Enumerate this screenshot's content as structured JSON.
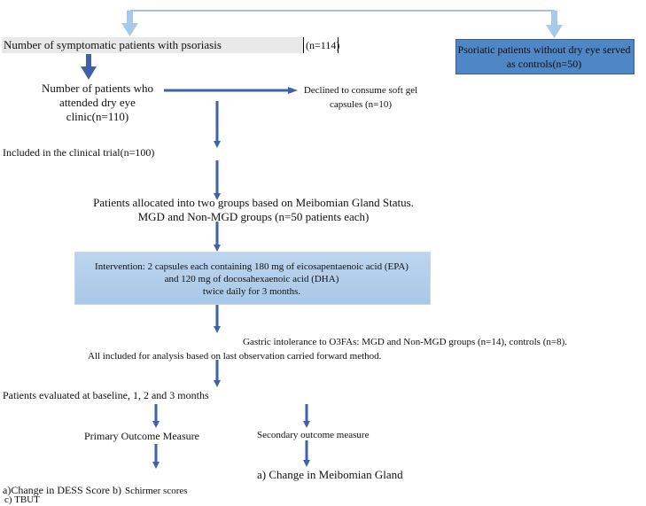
{
  "nodes": {
    "symptomatic": "Number of symptomatic patients with psoriasis",
    "symptomatic_n": "(n=114)",
    "controls": "Psoriatic patients without dry eye served as controls(n=50)",
    "attended": "Number of patients who attended dry eye clinic(n=110)",
    "declined": "Declined to consume soft gel capsules (n=10)",
    "included": "Included in the clinical trial(n=100)",
    "allocated": "Patients allocated into two groups based on Meibomian Gland Status. MGD and Non-MGD groups (n=50 patients each)",
    "intervention_l1": "Intervention: 2 capsules each containing 180 mg of eicosapentaenoic acid (EPA)",
    "intervention_l2": "and 120 mg of docosahexaenoic acid (DHA)",
    "intervention_l3": "twice daily for 3 months.",
    "intolerance": "Gastric intolerance to O3FAs: MGD and Non-MGD groups (n=14), controls (n=8).",
    "all_included": "All included for analysis based on last observation carried forward method.",
    "evaluated": "Patients evaluated at baseline, 1, 2 and 3 months",
    "primary": "Primary Outcome Measure",
    "secondary": "Secondary outcome measure",
    "primary_a": "a)Change in DESS Score b)",
    "primary_b": "Schirmer scores",
    "primary_c": "c) TBUT",
    "secondary_a": "a) Change in Meibomian Gland"
  },
  "colors": {
    "arrow_dark": "#3f62a8",
    "arrow_light": "#9fc3ec",
    "controls_fill": "#4f86c6",
    "top_box_fill": "#e9e9e9"
  }
}
